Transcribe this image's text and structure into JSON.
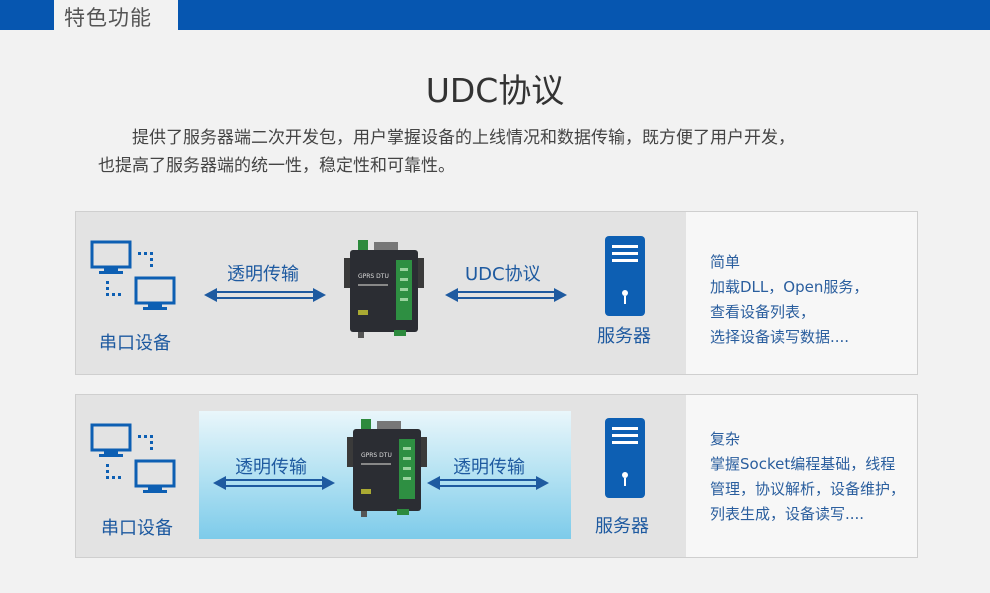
{
  "header": {
    "section_title": "特色功能"
  },
  "title": "UDC协议",
  "intro": {
    "line1": "提供了服务器端二次开发包，用户掌握设备的上线情况和数据传输，既方便了用户开发，",
    "line2": "也提高了服务器端的统一性，稳定性和可靠性。"
  },
  "panels": [
    {
      "serial_label": "串口设备",
      "left_link_label": "透明传输",
      "right_link_label": "UDC协议",
      "server_label": "服务器",
      "notes": [
        "简单",
        "加载DLL，Open服务，",
        "查看设备列表，",
        "选择设备读写数据...."
      ]
    },
    {
      "serial_label": "串口设备",
      "left_link_label": "透明传输",
      "right_link_label": "透明传输",
      "server_label": "服务器",
      "notes": [
        "复杂",
        "掌握Socket编程基础，线程",
        "管理，协议解析，设备维护，",
        "列表生成，设备读写...."
      ]
    }
  ],
  "device_text": {
    "model": "GPRS DTU"
  },
  "colors": {
    "brand": "#0656b0",
    "label": "#1e5aa0",
    "server": "#0d5fb3"
  },
  "icons": [
    "monitor-icon",
    "double-arrow-icon",
    "dtu-device-icon",
    "server-icon"
  ]
}
